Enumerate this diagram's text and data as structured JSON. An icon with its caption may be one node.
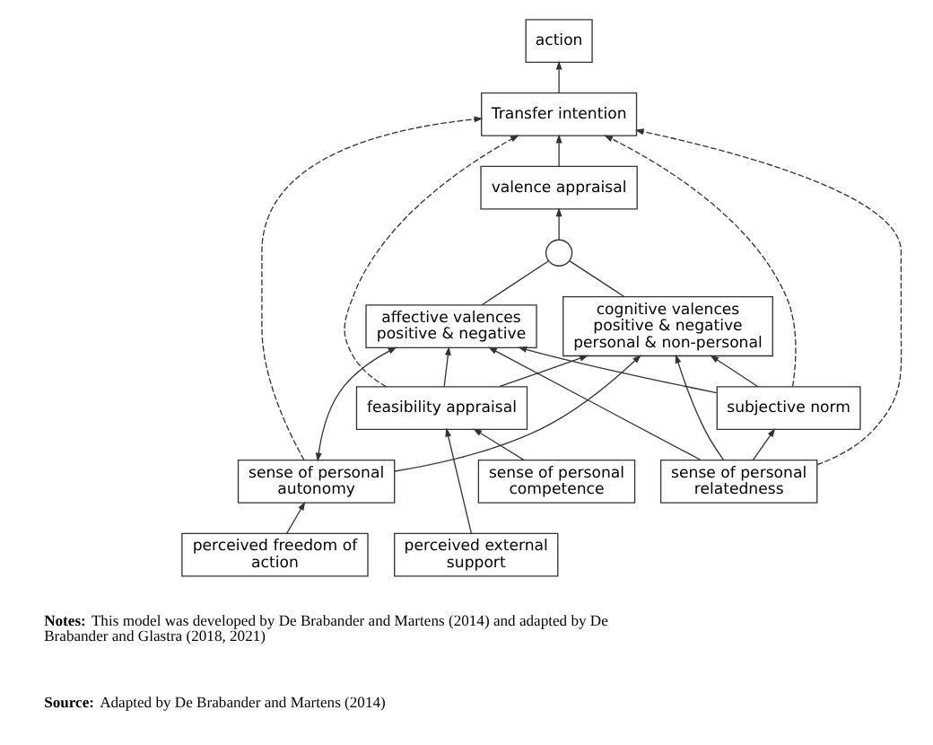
{
  "diagram": {
    "nodes": [
      {
        "text": [
          "action"
        ]
      },
      {
        "text": [
          "Transfer intention"
        ]
      },
      {
        "text": [
          "valence appraisal"
        ]
      },
      {
        "text": [
          "affective valences positive & negative"
        ]
      },
      {
        "text": [],
        "shape": "circle"
      },
      {
        "text": [
          "cognitive valences positive & negative personal & non-personal"
        ]
      },
      {
        "text": [
          "subjective norm"
        ]
      },
      {
        "text": [
          "feasibility appraisal"
        ]
      },
      {
        "text": [
          "sense of personal autonomy"
        ]
      },
      {
        "text": [
          "sense of personal competence"
        ]
      },
      {
        "text": [
          "sense of personal relatedness"
        ]
      },
      {
        "text": [
          "perceived freedom of action"
        ]
      },
      {
        "text": [
          "perceived external support"
        ]
      }
    ],
    "edges": [
      {
        "from": 1,
        "to": 0,
        "arrow": "to"
      },
      {
        "from": 2,
        "to": 1,
        "arrow": "to"
      },
      {
        "from": 4,
        "to": 2,
        "arrow": "to"
      },
      {
        "from": 3,
        "to": 4,
        "arrow": "none"
      },
      {
        "from": 5,
        "to": 4,
        "arrow": "none"
      },
      {
        "from": 8,
        "to": 1,
        "arrow": "to",
        "style": "dashed"
      },
      {
        "from": 7,
        "to": 1,
        "arrow": "to",
        "style": "dashed"
      },
      {
        "from": 10,
        "to": 1,
        "arrow": "to",
        "style": "dashed"
      },
      {
        "from": 6,
        "to": 1,
        "arrow": "to",
        "style": "dashed"
      },
      {
        "from": 8,
        "to": 3,
        "arrow": "both"
      },
      {
        "from": 8,
        "to": 5,
        "arrow": "to"
      },
      {
        "from": 7,
        "to": 3,
        "arrow": "to"
      },
      {
        "from": 7,
        "to": 5,
        "arrow": "to"
      },
      {
        "from": 6,
        "to": 3,
        "arrow": "to"
      },
      {
        "from": 6,
        "to": 5,
        "arrow": "to"
      },
      {
        "from": 10,
        "to": 3,
        "arrow": "to"
      },
      {
        "from": 10,
        "to": 5,
        "arrow": "to"
      },
      {
        "from": 10,
        "to": 6,
        "arrow": "to"
      },
      {
        "from": 9,
        "to": 7,
        "arrow": "to"
      },
      {
        "from": 12,
        "to": 7,
        "arrow": "to"
      },
      {
        "from": 11,
        "to": 8,
        "arrow": "to"
      }
    ],
    "labels": [
      "**Notes:** This model was developed by De Brabander and Martens (2014) and adapted by De Brabander and Glastra (2018, 2021)",
      "**Source:** Adapted by De Brabander and Martens (2014)"
    ]
  }
}
